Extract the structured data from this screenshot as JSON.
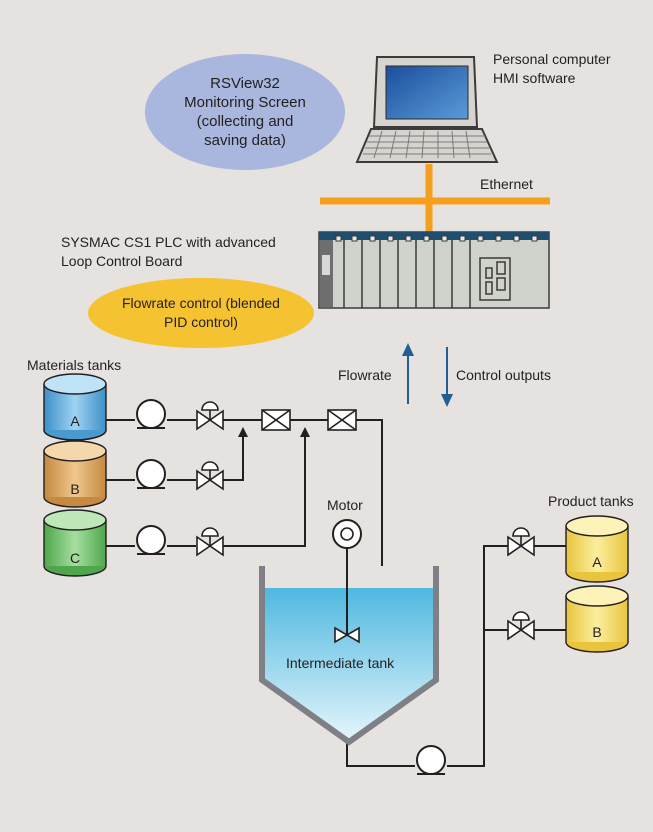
{
  "computer": {
    "label_line1": "Personal computer",
    "label_line2": "HMI software"
  },
  "hmi_bubble": {
    "lines": [
      "RSView32",
      "Monitoring Screen",
      "(collecting and",
      "saving data)"
    ]
  },
  "network": {
    "label": "Ethernet"
  },
  "plc": {
    "label_line1": "SYSMAC CS1 PLC with advanced",
    "label_line2": "Loop Control Board"
  },
  "control_bubble": {
    "lines": [
      "Flowrate control (blended",
      "PID control)"
    ]
  },
  "signals": {
    "up_label": "Flowrate",
    "down_label": "Control outputs"
  },
  "materials": {
    "title": "Materials tanks",
    "tanks": [
      {
        "letter": "A",
        "color": "#5aa9dc"
      },
      {
        "letter": "B",
        "color": "#d49d5c"
      },
      {
        "letter": "C",
        "color": "#6bbf6a"
      }
    ]
  },
  "motor": {
    "label": "Motor"
  },
  "intermediate": {
    "label": "Intermediate tank",
    "liquid_color": "#64c6e6"
  },
  "products": {
    "title": "Product tanks",
    "tanks": [
      {
        "letter": "A",
        "color": "#f2d45c"
      },
      {
        "letter": "B",
        "color": "#f2d45c"
      }
    ]
  },
  "colors": {
    "background": "#e6e2df",
    "ethernet": "#f5a01d",
    "hmi_bubble": "#a9b6dd",
    "control_bubble": "#f5c332",
    "signal_arrow": "#1f5f95"
  }
}
